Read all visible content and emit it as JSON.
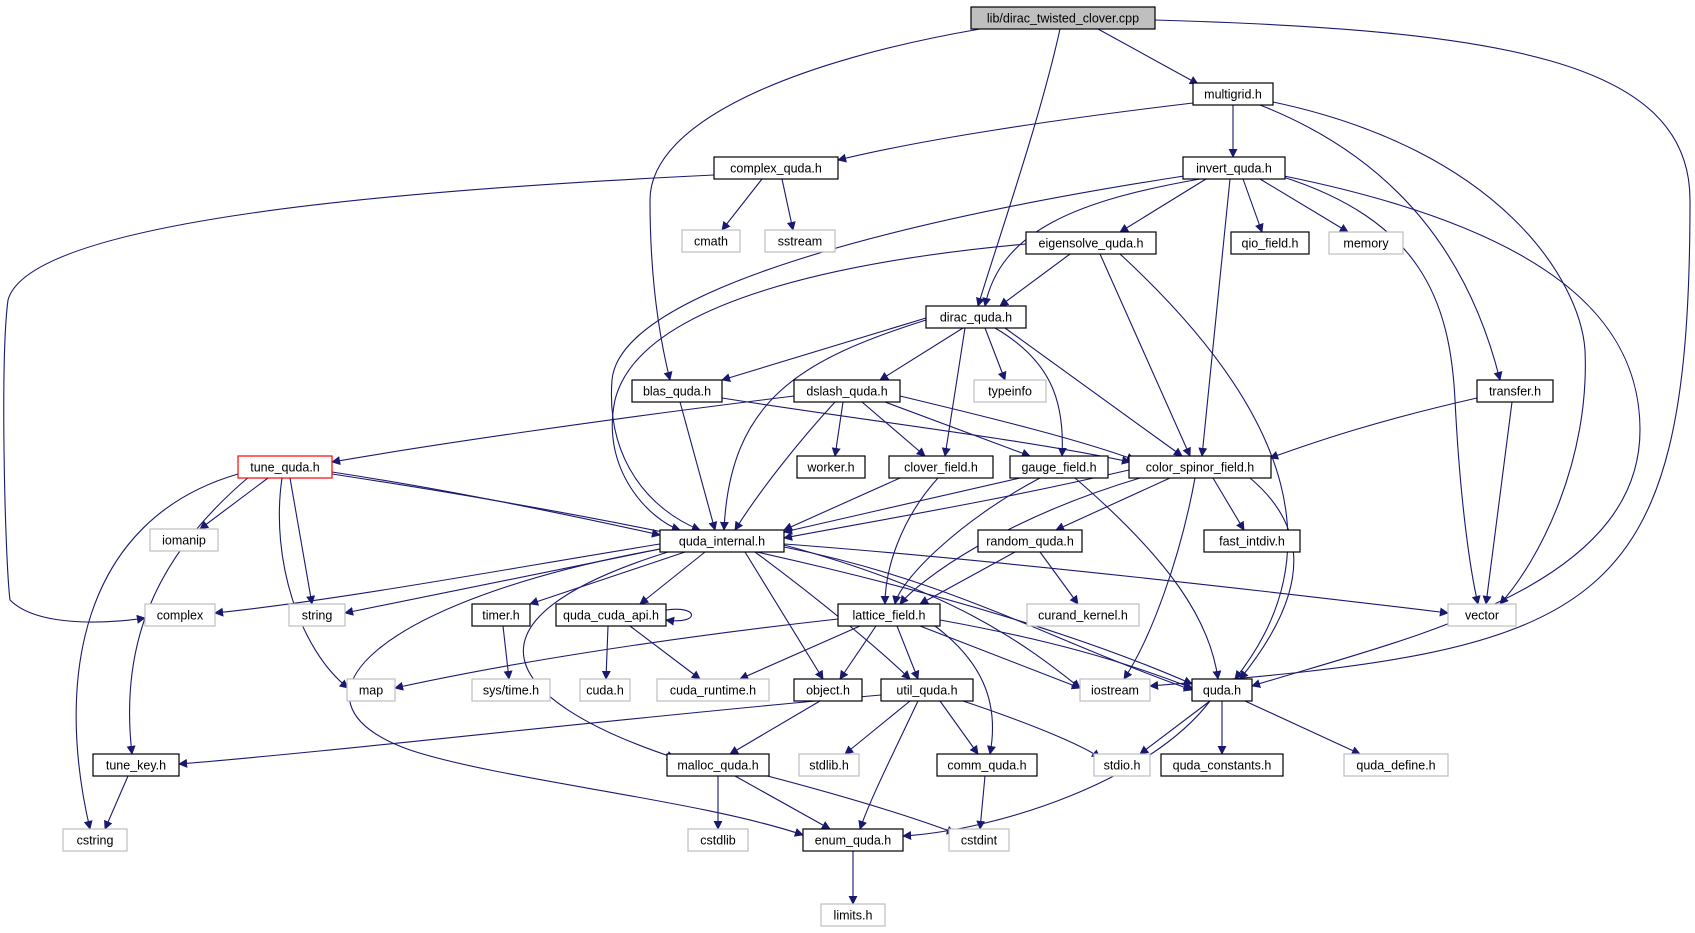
{
  "nodes": {
    "root": "lib/dirac_twisted_clover.cpp",
    "multigrid": "multigrid.h",
    "complex_quda": "complex_quda.h",
    "invert_quda": "invert_quda.h",
    "cmath": "cmath",
    "sstream": "sstream",
    "eigensolve_quda": "eigensolve_quda.h",
    "qio_field": "qio_field.h",
    "memory": "memory",
    "dirac_quda": "dirac_quda.h",
    "blas_quda": "blas_quda.h",
    "dslash_quda": "dslash_quda.h",
    "typeinfo": "typeinfo",
    "transfer": "transfer.h",
    "tune_quda": "tune_quda.h",
    "worker": "worker.h",
    "clover_field": "clover_field.h",
    "gauge_field": "gauge_field.h",
    "color_spinor_field": "color_spinor_field.h",
    "iomanip": "iomanip",
    "quda_internal": "quda_internal.h",
    "random_quda": "random_quda.h",
    "fast_intdiv": "fast_intdiv.h",
    "complex": "complex",
    "string": "string",
    "timer": "timer.h",
    "quda_cuda_api": "quda_cuda_api.h",
    "lattice_field": "lattice_field.h",
    "curand_kernel": "curand_kernel.h",
    "vector": "vector",
    "map": "map",
    "sys_time": "sys/time.h",
    "cuda": "cuda.h",
    "cuda_runtime": "cuda_runtime.h",
    "object": "object.h",
    "util_quda": "util_quda.h",
    "iostream": "iostream",
    "quda": "quda.h",
    "tune_key": "tune_key.h",
    "malloc_quda": "malloc_quda.h",
    "stdlib": "stdlib.h",
    "comm_quda": "comm_quda.h",
    "stdio": "stdio.h",
    "quda_constants": "quda_constants.h",
    "quda_define": "quda_define.h",
    "cstring": "cstring",
    "cstdlib": "cstdlib",
    "enum_quda": "enum_quda.h",
    "cstdint": "cstdint",
    "limits": "limits.h"
  },
  "colors": {
    "edge": "#191970",
    "project_border": "#000000",
    "system_border": "#bfbfbf",
    "truncated_border": "#ff0000",
    "root_fill": "#bfbfbf"
  },
  "edges": [
    [
      "root",
      "multigrid"
    ],
    [
      "root",
      "dirac_quda"
    ],
    [
      "root",
      "blas_quda"
    ],
    [
      "root",
      "iostream"
    ],
    [
      "multigrid",
      "complex_quda"
    ],
    [
      "multigrid",
      "invert_quda"
    ],
    [
      "multigrid",
      "transfer"
    ],
    [
      "multigrid",
      "vector"
    ],
    [
      "complex_quda",
      "cmath"
    ],
    [
      "complex_quda",
      "sstream"
    ],
    [
      "complex_quda",
      "complex"
    ],
    [
      "invert_quda",
      "eigensolve_quda"
    ],
    [
      "invert_quda",
      "qio_field"
    ],
    [
      "invert_quda",
      "memory"
    ],
    [
      "invert_quda",
      "dirac_quda"
    ],
    [
      "invert_quda",
      "quda_internal"
    ],
    [
      "invert_quda",
      "color_spinor_field"
    ],
    [
      "invert_quda",
      "vector"
    ],
    [
      "invert_quda",
      "quda"
    ],
    [
      "eigensolve_quda",
      "dirac_quda"
    ],
    [
      "eigensolve_quda",
      "quda_internal"
    ],
    [
      "eigensolve_quda",
      "color_spinor_field"
    ],
    [
      "eigensolve_quda",
      "quda"
    ],
    [
      "dirac_quda",
      "blas_quda"
    ],
    [
      "dirac_quda",
      "dslash_quda"
    ],
    [
      "dirac_quda",
      "typeinfo"
    ],
    [
      "dirac_quda",
      "quda_internal"
    ],
    [
      "dirac_quda",
      "clover_field"
    ],
    [
      "dirac_quda",
      "gauge_field"
    ],
    [
      "dirac_quda",
      "color_spinor_field"
    ],
    [
      "blas_quda",
      "quda_internal"
    ],
    [
      "blas_quda",
      "color_spinor_field"
    ],
    [
      "dslash_quda",
      "tune_quda"
    ],
    [
      "dslash_quda",
      "worker"
    ],
    [
      "dslash_quda",
      "quda_internal"
    ],
    [
      "dslash_quda",
      "clover_field"
    ],
    [
      "dslash_quda",
      "gauge_field"
    ],
    [
      "dslash_quda",
      "color_spinor_field"
    ],
    [
      "transfer",
      "color_spinor_field"
    ],
    [
      "transfer",
      "vector"
    ],
    [
      "tune_quda",
      "iomanip"
    ],
    [
      "tune_quda",
      "quda_internal"
    ],
    [
      "tune_quda",
      "string"
    ],
    [
      "tune_quda",
      "map"
    ],
    [
      "tune_quda",
      "tune_key"
    ],
    [
      "tune_quda",
      "cstring"
    ],
    [
      "tune_quda",
      "quda"
    ],
    [
      "clover_field",
      "quda_internal"
    ],
    [
      "clover_field",
      "lattice_field"
    ],
    [
      "gauge_field",
      "quda_internal"
    ],
    [
      "gauge_field",
      "lattice_field"
    ],
    [
      "gauge_field",
      "quda"
    ],
    [
      "color_spinor_field",
      "quda_internal"
    ],
    [
      "color_spinor_field",
      "random_quda"
    ],
    [
      "color_spinor_field",
      "fast_intdiv"
    ],
    [
      "color_spinor_field",
      "lattice_field"
    ],
    [
      "color_spinor_field",
      "iostream"
    ],
    [
      "color_spinor_field",
      "quda"
    ],
    [
      "quda_internal",
      "complex"
    ],
    [
      "quda_internal",
      "string"
    ],
    [
      "quda_internal",
      "timer"
    ],
    [
      "quda_internal",
      "quda_cuda_api"
    ],
    [
      "quda_internal",
      "vector"
    ],
    [
      "quda_internal",
      "object"
    ],
    [
      "quda_internal",
      "util_quda"
    ],
    [
      "quda_internal",
      "malloc_quda"
    ],
    [
      "quda_internal",
      "enum_quda"
    ],
    [
      "quda_internal",
      "quda"
    ],
    [
      "quda_internal",
      "iostream"
    ],
    [
      "random_quda",
      "lattice_field"
    ],
    [
      "random_quda",
      "curand_kernel"
    ],
    [
      "timer",
      "sys_time"
    ],
    [
      "quda_cuda_api",
      "quda_cuda_api"
    ],
    [
      "quda_cuda_api",
      "cuda"
    ],
    [
      "quda_cuda_api",
      "cuda_runtime"
    ],
    [
      "lattice_field",
      "map"
    ],
    [
      "lattice_field",
      "cuda_runtime"
    ],
    [
      "lattice_field",
      "object"
    ],
    [
      "lattice_field",
      "util_quda"
    ],
    [
      "lattice_field",
      "iostream"
    ],
    [
      "lattice_field",
      "quda"
    ],
    [
      "lattice_field",
      "comm_quda"
    ],
    [
      "object",
      "malloc_quda"
    ],
    [
      "util_quda",
      "tune_key"
    ],
    [
      "util_quda",
      "stdlib"
    ],
    [
      "util_quda",
      "comm_quda"
    ],
    [
      "util_quda",
      "stdio"
    ],
    [
      "util_quda",
      "enum_quda"
    ],
    [
      "quda",
      "stdio"
    ],
    [
      "quda",
      "quda_constants"
    ],
    [
      "quda",
      "quda_define"
    ],
    [
      "quda",
      "enum_quda"
    ],
    [
      "tune_key",
      "cstring"
    ],
    [
      "malloc_quda",
      "cstdlib"
    ],
    [
      "malloc_quda",
      "enum_quda"
    ],
    [
      "malloc_quda",
      "cstdint"
    ],
    [
      "comm_quda",
      "cstdint"
    ],
    [
      "enum_quda",
      "limits"
    ]
  ]
}
